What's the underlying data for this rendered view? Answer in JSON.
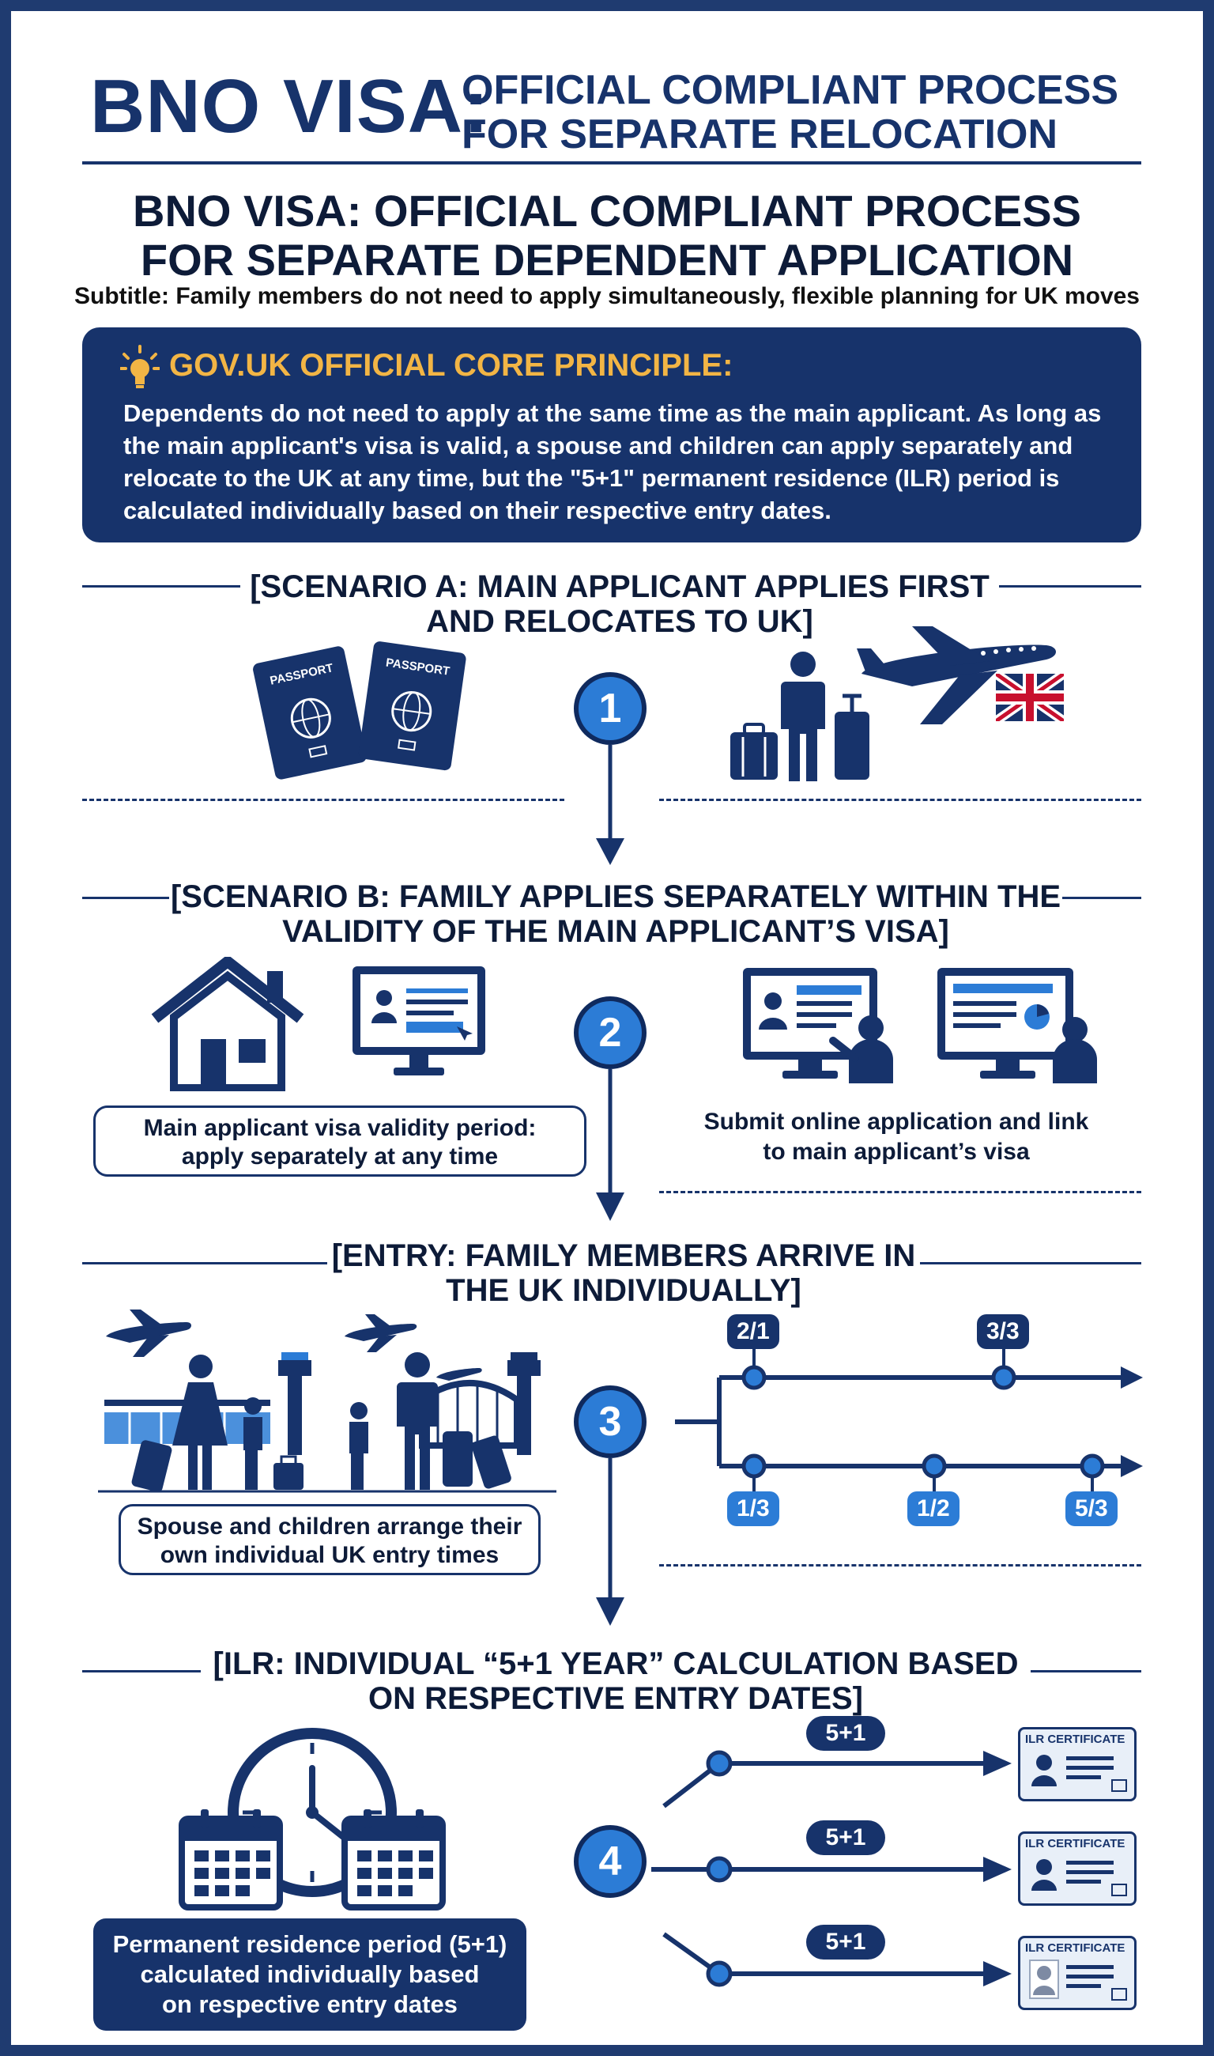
{
  "header": {
    "big": "BNO VISA:",
    "small_line1": "OFFICIAL COMPLIANT PROCESS",
    "small_line2": "FOR SEPARATE RELOCATION"
  },
  "title": {
    "line1": "BNO VISA: OFFICIAL COMPLIANT PROCESS",
    "line2": "FOR SEPARATE DEPENDENT APPLICATION"
  },
  "subtitle": "Subtitle: Family members do not need to apply simultaneously, flexible planning for UK moves",
  "principle": {
    "title": "GOV.UK OFFICIAL CORE PRINCIPLE:",
    "body": "Dependents do not need to apply at the same time as the main applicant. As long as the main applicant's visa is valid, a spouse and children can apply separately and relocate to the UK at any time, but the \"5+1\" permanent residence (ILR) period is calculated individually based on their respective entry dates."
  },
  "scenario_a": {
    "line1": "[SCENARIO A: MAIN APPLICANT APPLIES FIRST",
    "line2": "AND RELOCATES TO UK]",
    "step": "1",
    "passport_label": "PASSPORT"
  },
  "scenario_b": {
    "line1": "[SCENARIO B: FAMILY APPLIES SEPARATELY WITHIN THE",
    "line2": "VALIDITY OF THE MAIN APPLICANT’S VISA]",
    "step": "2",
    "left_caption_line1": "Main applicant visa validity period:",
    "left_caption_line2": "apply separately at any time",
    "right_caption_line1": "Submit online application and link",
    "right_caption_line2": "to main applicant’s visa"
  },
  "entry": {
    "line1": "[ENTRY: FAMILY MEMBERS ARRIVE IN",
    "line2": "THE UK INDIVIDUALLY]",
    "step": "3",
    "caption_line1": "Spouse and children arrange their",
    "caption_line2": "own individual UK entry times",
    "timeline_top": [
      "2/1",
      "3/3"
    ],
    "timeline_bottom": [
      "1/3",
      "1/2",
      "5/3"
    ]
  },
  "ilr": {
    "line1": "[ILR: INDIVIDUAL “5+1 YEAR” CALCULATION BASED",
    "line2": "ON RESPECTIVE ENTRY DATES]",
    "step": "4",
    "caption_line1": "Permanent residence period (5+1)",
    "caption_line2": "calculated individually based",
    "caption_line3": "on respective entry dates",
    "period_labels": [
      "5+1",
      "5+1",
      "5+1"
    ],
    "certificate_label": "ILR CERTIFICATE"
  },
  "colors": {
    "navy": "#17336b",
    "blue": "#2c7cd6",
    "gold": "#f2b545",
    "uk_red": "#c8102e"
  }
}
